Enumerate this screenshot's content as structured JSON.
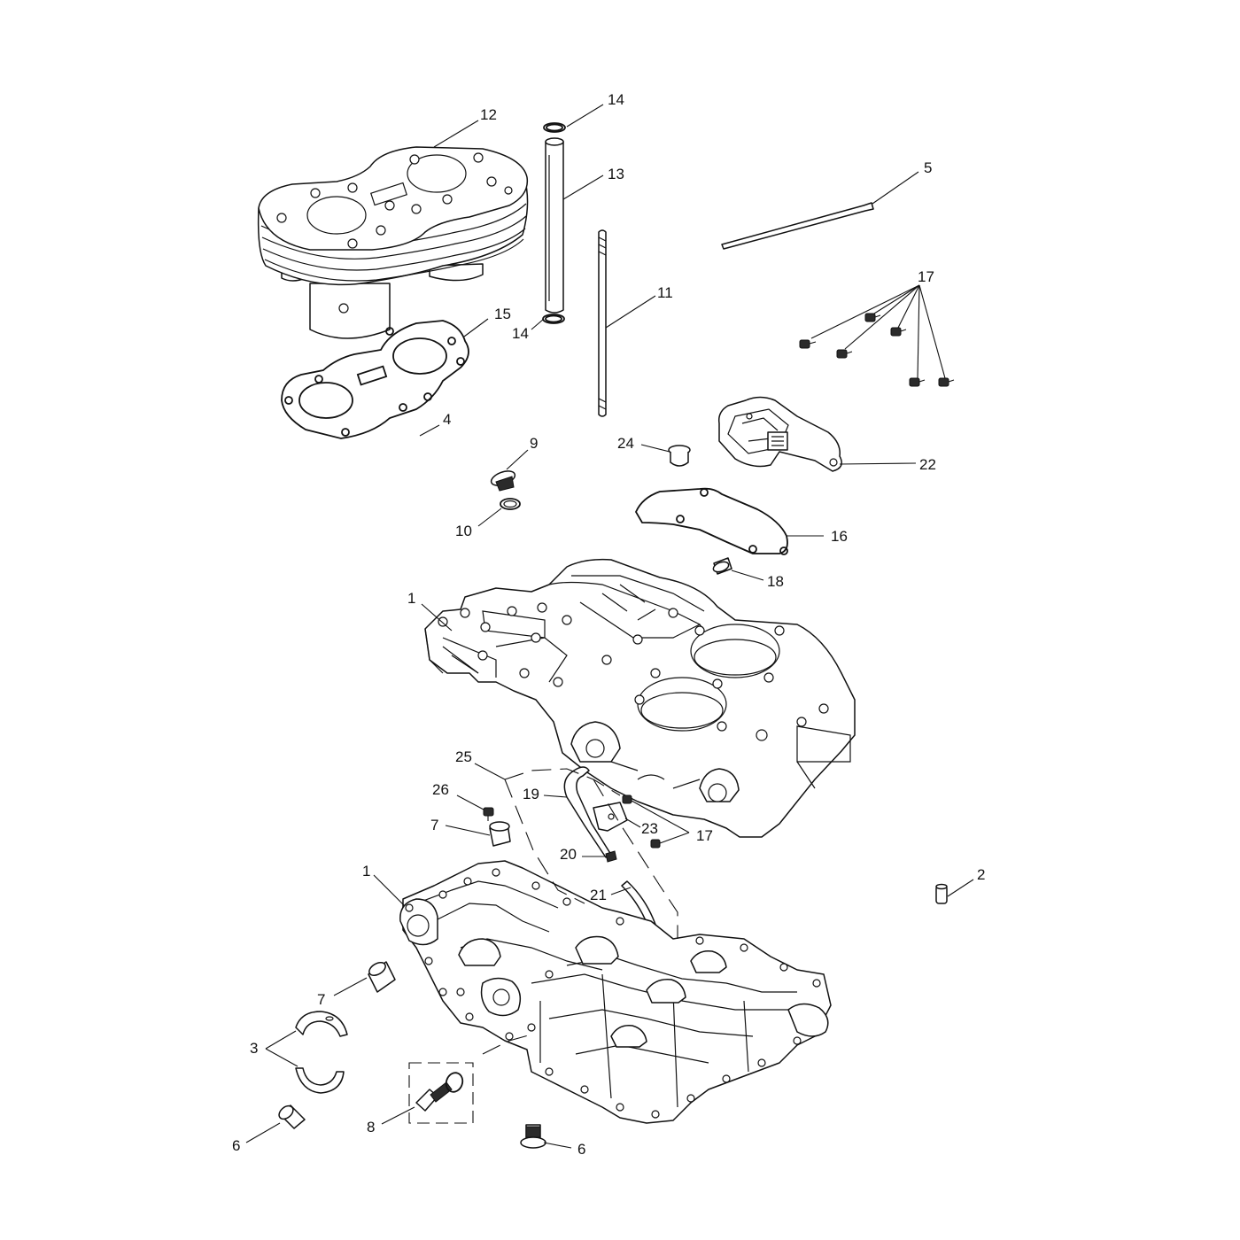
{
  "callouts": {
    "c1a": "1",
    "c1b": "1",
    "c2": "2",
    "c3": "3",
    "c4": "4",
    "c5": "5",
    "c6a": "6",
    "c6b": "6",
    "c7a": "7",
    "c7b": "7",
    "c8": "8",
    "c9": "9",
    "c10": "10",
    "c11": "11",
    "c12": "12",
    "c13": "13",
    "c14a": "14",
    "c14b": "14",
    "c15": "15",
    "c16": "16",
    "c17a": "17",
    "c17b": "17",
    "c18": "18",
    "c19": "19",
    "c20": "20",
    "c21": "21",
    "c22": "22",
    "c23": "23",
    "c24": "24",
    "c25": "25",
    "c26": "26"
  }
}
